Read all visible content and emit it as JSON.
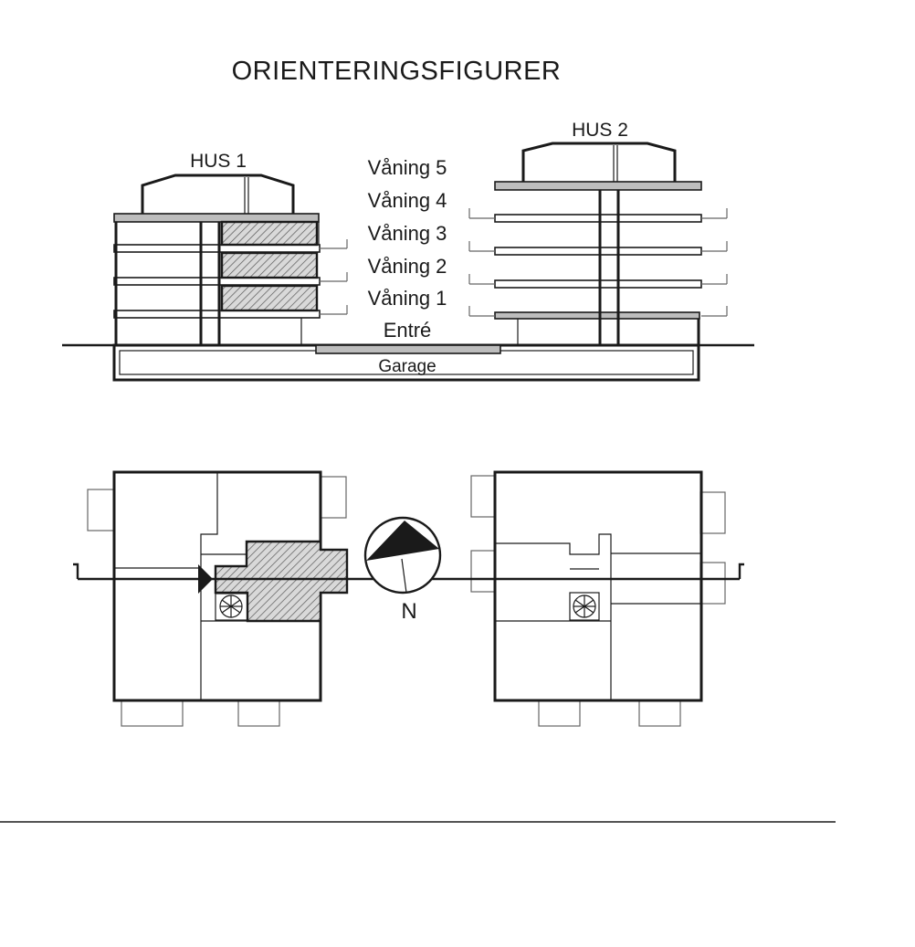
{
  "title": "ORIENTERINGSFIGURER",
  "section": {
    "buildings": [
      {
        "id": "hus1",
        "label": "HUS 1"
      },
      {
        "id": "hus2",
        "label": "HUS 2"
      }
    ],
    "floors": [
      {
        "label": "Våning 5"
      },
      {
        "label": "Våning 4"
      },
      {
        "label": "Våning 3"
      },
      {
        "label": "Våning 2"
      },
      {
        "label": "Våning 1"
      },
      {
        "label": "Entré"
      }
    ],
    "garage_label": "Garage",
    "highlighted_floors": [
      "Våning 3",
      "Våning 2",
      "Våning 1"
    ]
  },
  "plan": {
    "compass_label": "N"
  },
  "colors": {
    "ink": "#1a1a1a",
    "grey_fill": "#bdbdbd",
    "balcony": "#666666"
  }
}
